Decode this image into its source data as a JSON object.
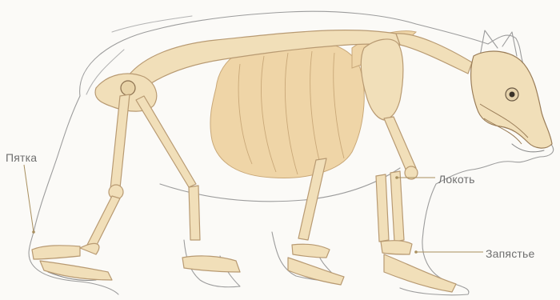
{
  "labels": {
    "heel": "Пятка",
    "elbow": "Локоть",
    "wrist": "Запястье"
  },
  "colors": {
    "background": "#fbfaf7",
    "bone_fill": "#f1dfb9",
    "bone_stroke": "#b89a72",
    "organ_fill": "#efd5a7",
    "fur_outline": "#9c9c9c",
    "leader_line": "#a88f5e",
    "label_text": "#6f6f6f"
  }
}
